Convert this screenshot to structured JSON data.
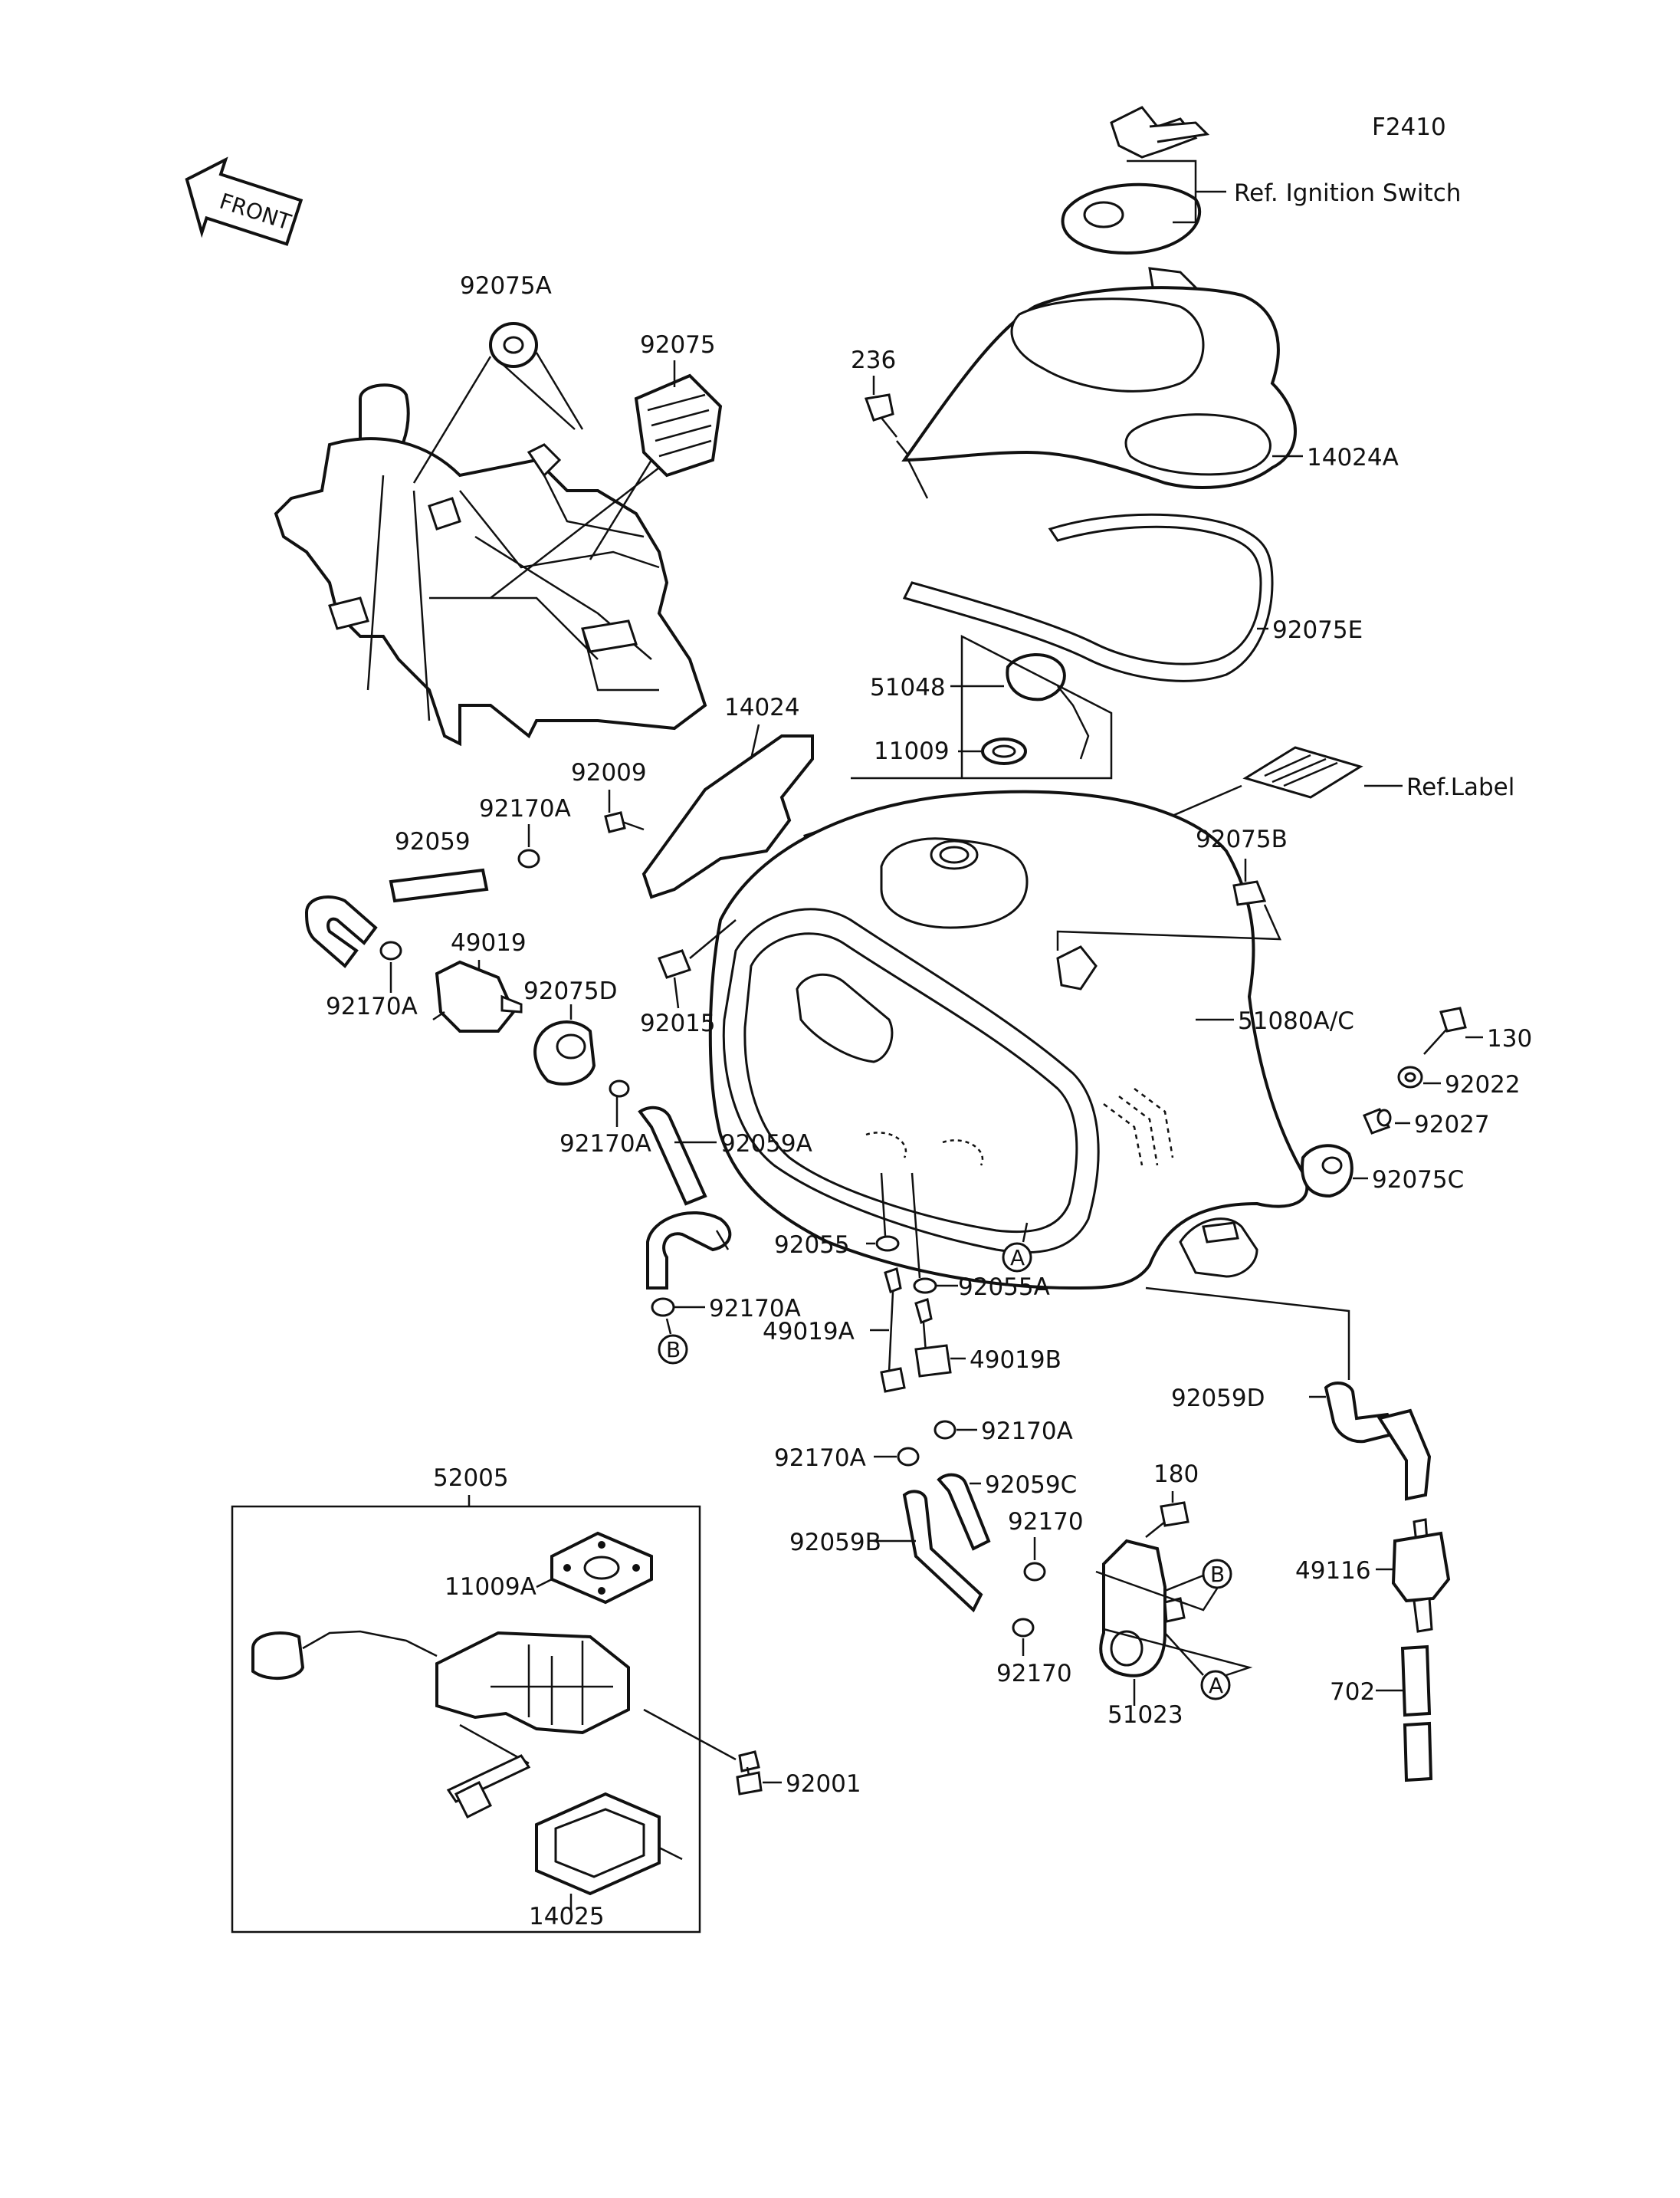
{
  "figure_code": "F2410",
  "front_marker": "FRONT",
  "ref_ignition_switch": "Ref. Ignition Switch",
  "ref_label": "Ref.Label",
  "circle_markers": {
    "a": "A",
    "b": "B"
  },
  "parts": {
    "p92075A": "92075A",
    "p92075": "92075",
    "p236": "236",
    "p14024A": "14024A",
    "p92075E": "92075E",
    "p51048": "51048",
    "p11009": "11009",
    "p14024": "14024",
    "p92009": "92009",
    "p92170A_1": "92170A",
    "p92059": "92059",
    "p49019": "49019",
    "p92170A_2": "92170A",
    "p92075D": "92075D",
    "p92015": "92015",
    "p92075B": "92075B",
    "p51080AC": "51080A/C",
    "p130": "130",
    "p92022": "92022",
    "p92027": "92027",
    "p92075C": "92075C",
    "p92170A_3": "92170A",
    "p92059A": "92059A",
    "p92055": "92055",
    "p92055A": "92055A",
    "p92170A_4": "92170A",
    "p49019A": "49019A",
    "p49019B": "49019B",
    "p92059D": "92059D",
    "p92170A_5": "92170A",
    "p92170A_6": "92170A",
    "p92059C": "92059C",
    "p180": "180",
    "p92170_1": "92170",
    "p92059B": "92059B",
    "p49116": "49116",
    "p92170_2": "92170",
    "p51023": "51023",
    "p702": "702",
    "p52005": "52005",
    "p11009A": "11009A",
    "p92001": "92001",
    "p14025": "14025"
  }
}
